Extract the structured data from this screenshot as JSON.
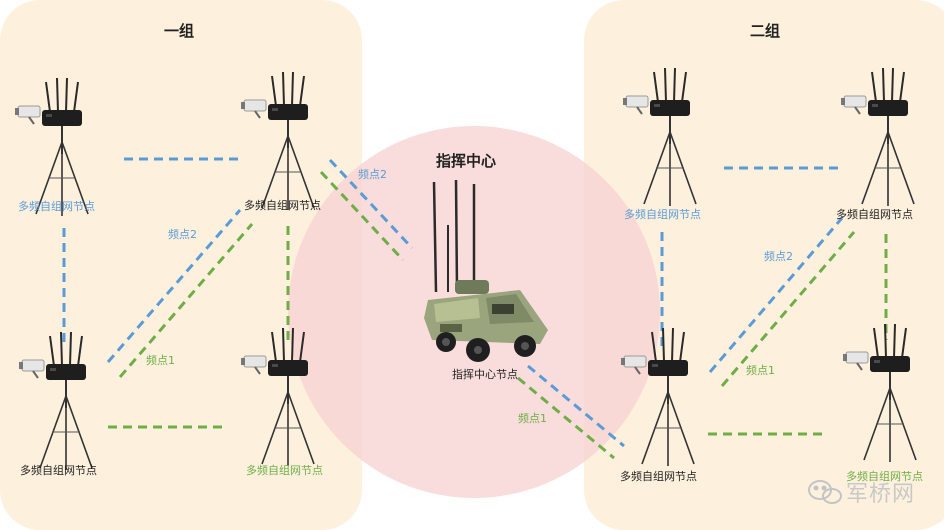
{
  "groups": {
    "g1_title": "一组",
    "g2_title": "二组",
    "center_title": "指挥中心"
  },
  "nodes": {
    "g1_top_left": "多频自组网节点",
    "g1_top_right": "多频自组网节点",
    "g1_bottom_left": "多频自组网节点",
    "g1_bottom_right": "多频自组网节点",
    "center": "指挥中心节点",
    "g2_top_left": "多频自组网节点",
    "g2_top_right": "多频自组网节点",
    "g2_bottom_left": "多频自组网节点",
    "g2_bottom_right": "多频自组网节点"
  },
  "links": {
    "g1_freq2": "频点2",
    "g1_freq1": "频点1",
    "center_freq2": "频点2",
    "center_freq1": "频点1",
    "g2_freq2": "频点2",
    "g2_freq1": "频点1"
  },
  "watermark": "军桥网",
  "colors": {
    "freq2_blue": "#5b9bd5",
    "freq1_green": "#70ad47",
    "label_blue": "#5b9bd5",
    "label_green": "#70ad47",
    "group_bg": "#fdf1de",
    "center_bg": "#f8d7d7"
  }
}
